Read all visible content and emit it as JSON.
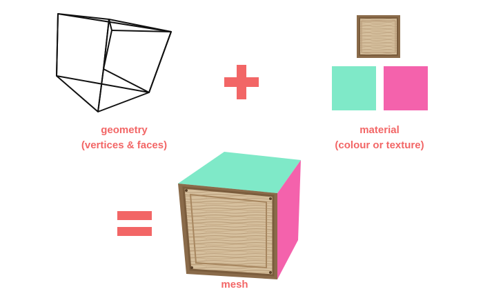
{
  "diagram": {
    "geometry": {
      "title": "geometry",
      "subtitle": "(vertices & faces)"
    },
    "material": {
      "title": "material",
      "subtitle": "(colour or texture)",
      "swatches": {
        "texture": "wood-crate-texture",
        "colour_1": "#7fe9c8",
        "colour_2": "#f462ac"
      }
    },
    "mesh": {
      "title": "mesh"
    },
    "operators": {
      "plus_symbol": "plus-sign",
      "equals_symbol": "equals-sign"
    },
    "colors": {
      "accent": "#f26666",
      "wireframe": "#111111",
      "mint": "#7fe9c8",
      "pink": "#f462ac",
      "wood_light": "#d8c4a4",
      "wood_dark": "#8c6d4b"
    }
  }
}
